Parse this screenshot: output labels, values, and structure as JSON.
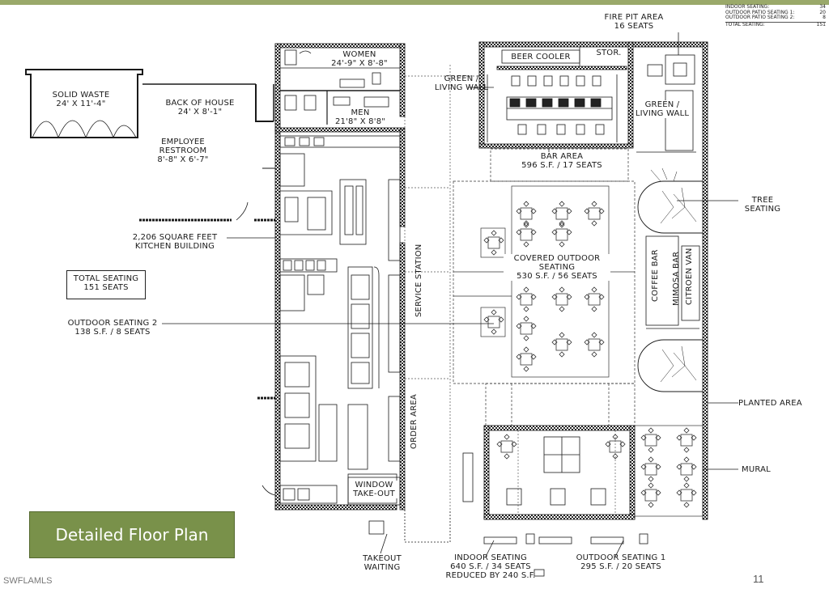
{
  "labels": {
    "solid_waste": "SOLID WASTE",
    "solid_waste_dim": "24' X 11'-4\"",
    "back_of_house": "BACK OF HOUSE",
    "back_of_house_dim": "24' X 8'-1\"",
    "employee_restroom": "EMPLOYEE",
    "employee_restroom_2": "RESTROOM",
    "employee_restroom_dim": "8'-8\" X 6'-7\"",
    "women": "WOMEN",
    "women_dim": "24'-9\" X 8'-8\"",
    "men": "MEN",
    "men_dim": "21'8\" X 8'8\"",
    "beer_cooler": "BEER COOLER",
    "stor": "STOR.",
    "fire_pit": "FIRE PIT AREA",
    "fire_pit_seats": "16 SEATS",
    "green_living_wall_left_1": "GREEN /",
    "green_living_wall_left_2": "LIVING WALL",
    "green_living_wall_right_1": "GREEN /",
    "green_living_wall_right_2": "LIVING WALL",
    "bar_area": "BAR AREA",
    "bar_area_dim": "596 S.F. / 17 SEATS",
    "tree_seating_1": "TREE",
    "tree_seating_2": "SEATING",
    "kitchen_1": "2,206 SQUARE FEET",
    "kitchen_2": "KITCHEN BUILDING",
    "total_seating": "TOTAL SEATING",
    "total_seats": "151 SEATS",
    "covered_outdoor_1": "COVERED OUTDOOR",
    "covered_outdoor_2": "SEATING",
    "covered_outdoor_dim": "530 S.F. / 56 SEATS",
    "service_station": "SERVICE STATION",
    "coffee_bar": "COFFEE BAR",
    "mimosa_bar": "MIMOSA BAR",
    "citroen_van": "CITROEN VAN",
    "outdoor_seating_2": "OUTDOOR SEATING 2",
    "outdoor_seating_2_dim": "138 S.F. / 8 SEATS",
    "planted_area": "PLANTED AREA",
    "order_area": "ORDER AREA",
    "mural": "MURAL",
    "window_takeout_1": "WINDOW",
    "window_takeout_2": "TAKE-OUT",
    "takeout_waiting_1": "TAKEOUT",
    "takeout_waiting_2": "WAITING",
    "indoor_seating": "INDOOR SEATING",
    "indoor_seating_dim": "640 S.F. / 34 SEATS",
    "indoor_seating_reduced": "REDUCED BY 240 S.F.",
    "outdoor_seating_1": "OUTDOOR SEATING 1",
    "outdoor_seating_1_dim": "295 S.F. / 20 SEATS"
  },
  "seating_table": {
    "rows": [
      {
        "label": "INDOOR SEATING:",
        "value": "34"
      },
      {
        "label": "OUTDOOR PATIO SEATING 1:",
        "value": "20"
      },
      {
        "label": "OUTDOOR PATIO SEATING 2:",
        "value": "8"
      }
    ],
    "total_label": "TOTAL SEATING:",
    "total_value": "151"
  },
  "badge_title": "Detailed Floor Plan",
  "page_number": "11",
  "watermark": "SWFLAMLS",
  "colors": {
    "accent_bar": "#9aa96a",
    "badge": "#79914a",
    "line": "#1a1a1a"
  }
}
